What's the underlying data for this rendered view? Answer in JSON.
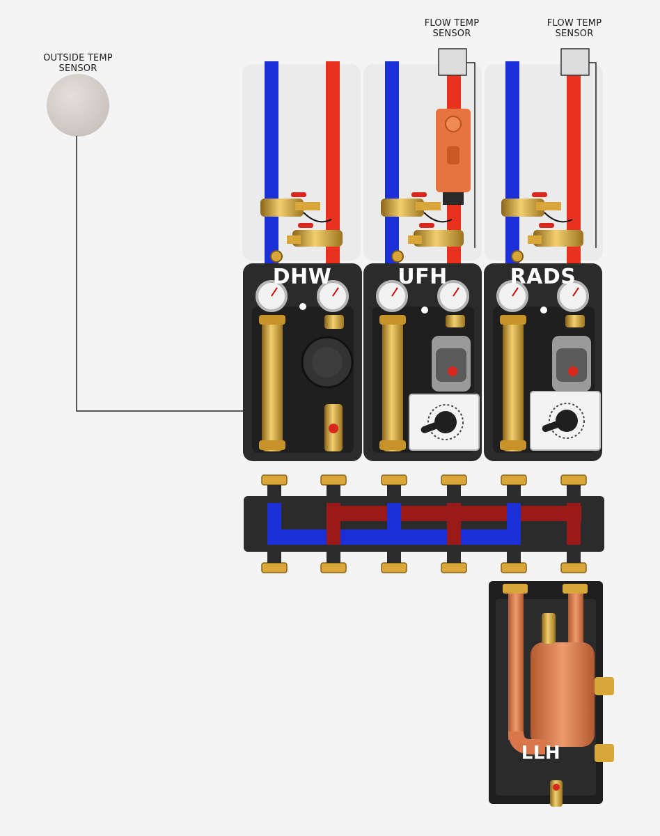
{
  "sensors": {
    "outside": {
      "label_line1": "OUTSIDE TEMP",
      "label_line2": "SENSOR"
    },
    "flow_ufh": {
      "label_line1": "FLOW TEMP",
      "label_line2": "SENSOR"
    },
    "flow_rads": {
      "label_line1": "FLOW TEMP",
      "label_line2": "SENSOR"
    }
  },
  "stations": [
    {
      "name": "DHW"
    },
    {
      "name": "UFH"
    },
    {
      "name": "RADS"
    }
  ],
  "low_loss_header": {
    "name": "LLH"
  },
  "colors": {
    "flow": "#e8321f",
    "return": "#1b2fd6",
    "brass": "#d9a63a",
    "insulation": "#2b2b2b",
    "copper": "#d9774a",
    "sensor": "#d8d2cd"
  }
}
